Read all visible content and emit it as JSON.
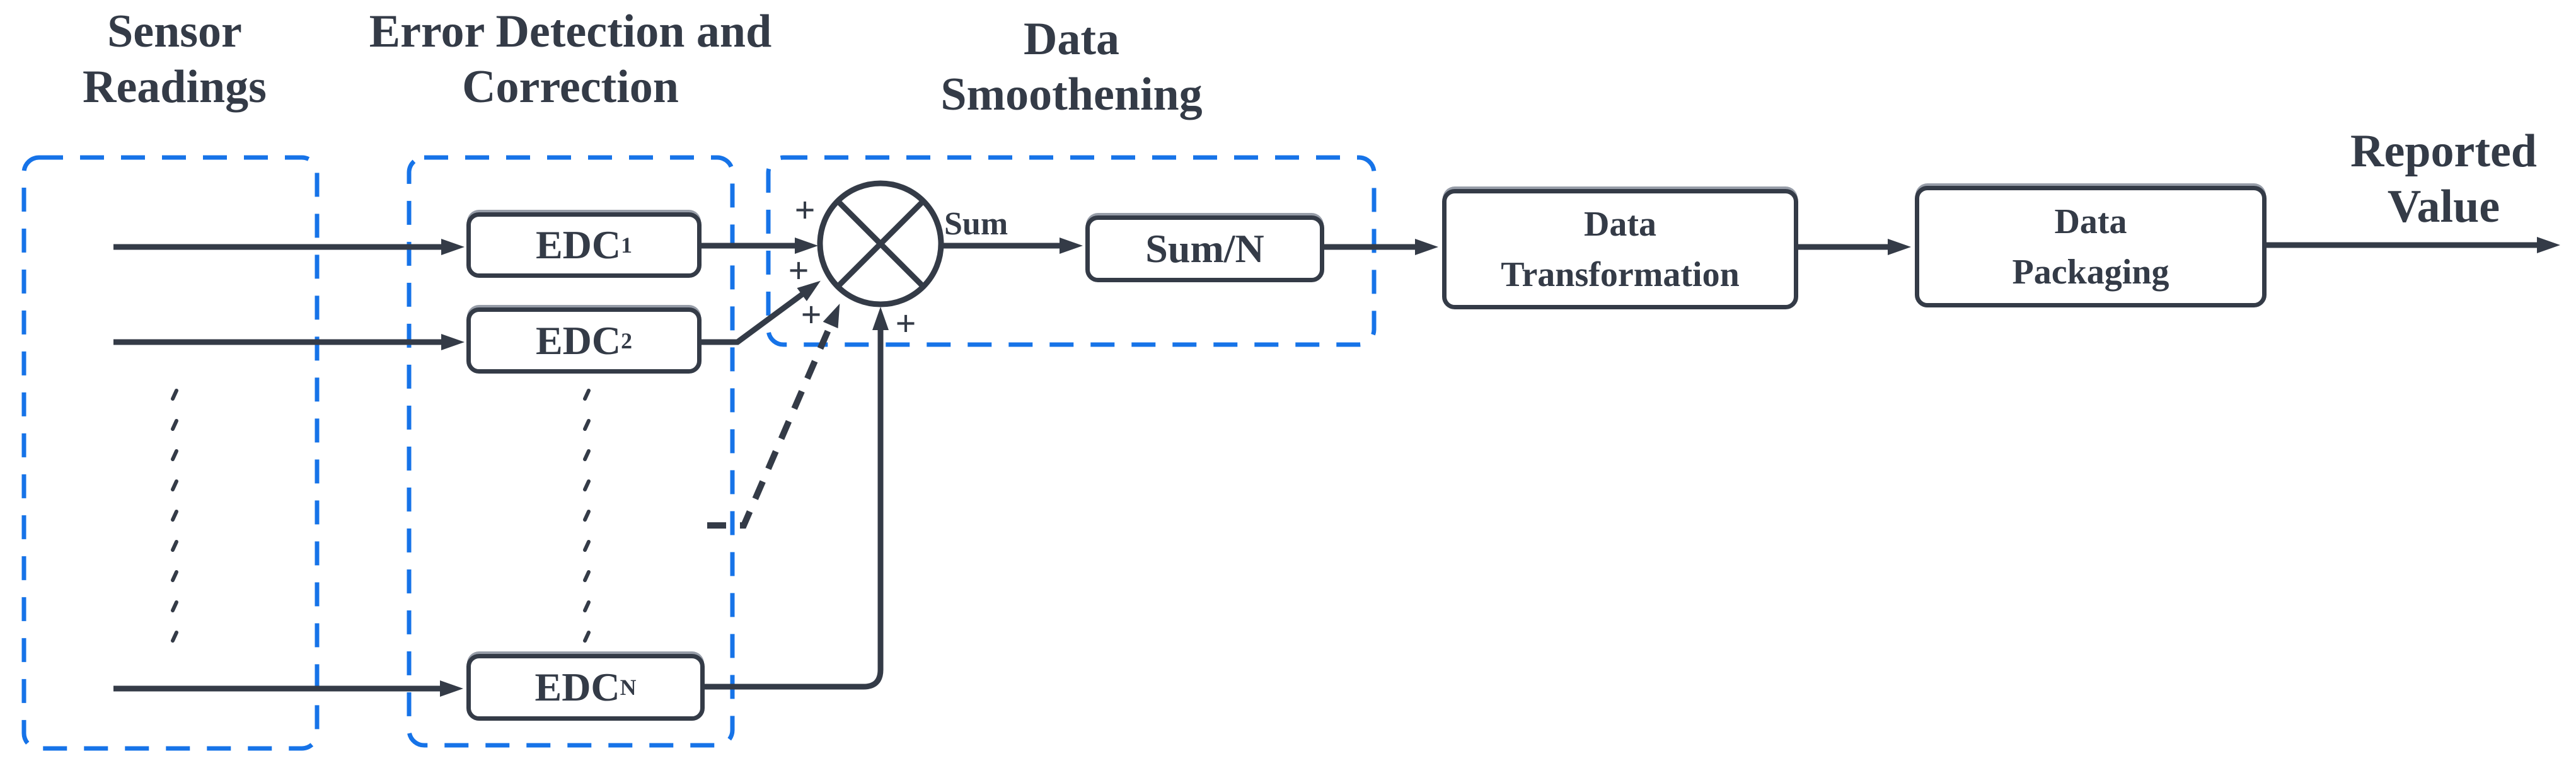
{
  "titles": {
    "sensor": {
      "line1": "Sensor",
      "line2": "Readings"
    },
    "edc": {
      "line1": "Error Detection and",
      "line2": "Correction"
    },
    "smoothening": {
      "line1": "Data",
      "line2": "Smoothening"
    },
    "reported": {
      "line1": "Reported",
      "line2": "Value"
    }
  },
  "boxes": {
    "edc1": {
      "base": "EDC",
      "sub": "1"
    },
    "edc2": {
      "base": "EDC",
      "sub": "2"
    },
    "edcn": {
      "base": "EDC",
      "sub": "N"
    },
    "sum_n": {
      "label": "Sum/N"
    },
    "transformation": {
      "line1": "Data",
      "line2": "Transformation"
    },
    "packaging": {
      "line1": "Data",
      "line2": "Packaging"
    }
  },
  "labels": {
    "sum": "Sum"
  },
  "plus_signs": [
    "+",
    "+",
    "+",
    "+"
  ],
  "colors": {
    "ink": "#343b47",
    "accent_blue": "#1673e8",
    "background": "#ffffff"
  }
}
